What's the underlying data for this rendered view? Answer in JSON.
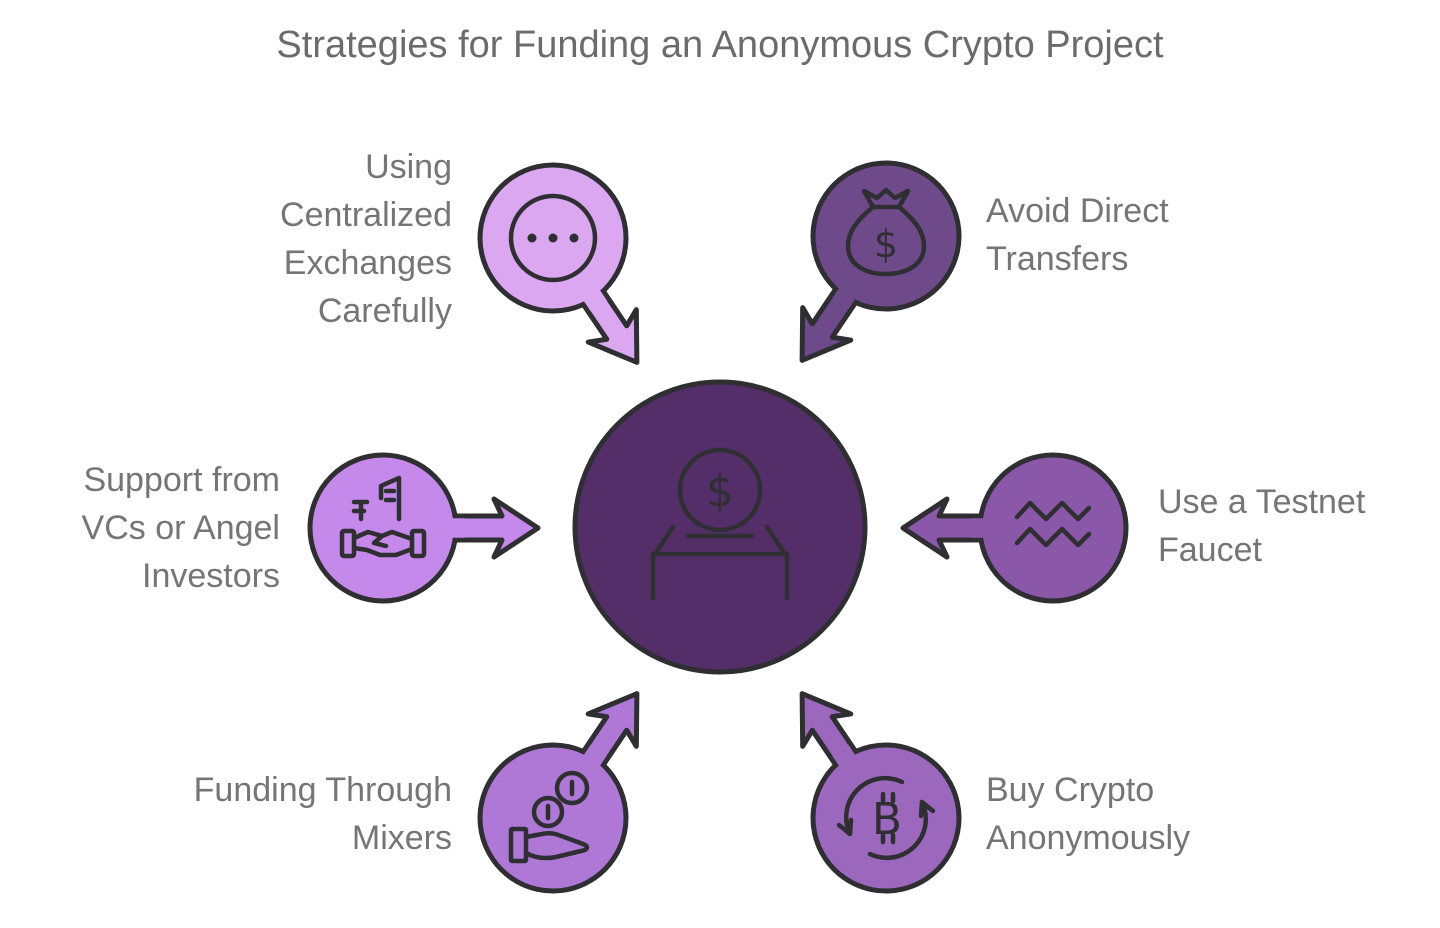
{
  "title": "Strategies for Funding an Anonymous Crypto Project",
  "colors": {
    "background": "#FFFFFF",
    "outline": "#2E2E33",
    "title_text": "#6B6B6B",
    "label_text": "#757575",
    "center": "#532E69"
  },
  "center": {
    "icon": "donation-box-icon",
    "description": "central hub circle with coin dropping into donation box"
  },
  "glyphs": {
    "dollar": "$",
    "bitcoin": "B"
  },
  "nodes": [
    {
      "id": "using-centralized-exchanges",
      "label": "Using\nCentralized\nExchanges\nCarefully",
      "icon": "ellipsis-icon",
      "color": "#DBA7F1",
      "position": "top-left",
      "arrow": "toward-center"
    },
    {
      "id": "avoid-direct-transfers",
      "label": "Avoid Direct\nTransfers",
      "icon": "money-bag-icon",
      "color": "#6F4A8B",
      "position": "top-right",
      "arrow": "toward-center"
    },
    {
      "id": "support-vcs-angel-investors",
      "label": "Support from\nVCs or Angel\nInvestors",
      "icon": "building-handshake-icon",
      "color": "#C489EA",
      "position": "middle-left",
      "arrow": "toward-center"
    },
    {
      "id": "use-testnet-faucet",
      "label": "Use a Testnet\nFaucet",
      "icon": "waves-icon",
      "color": "#8B58A9",
      "position": "middle-right",
      "arrow": "toward-center"
    },
    {
      "id": "funding-through-mixers",
      "label": "Funding Through\nMixers",
      "icon": "coins-hand-icon",
      "color": "#AF78D6",
      "position": "bottom-left",
      "arrow": "toward-center"
    },
    {
      "id": "buy-crypto-anonymously",
      "label": "Buy Crypto\nAnonymously",
      "icon": "bitcoin-refresh-icon",
      "color": "#9C68BE",
      "position": "bottom-right",
      "arrow": "toward-center"
    }
  ]
}
